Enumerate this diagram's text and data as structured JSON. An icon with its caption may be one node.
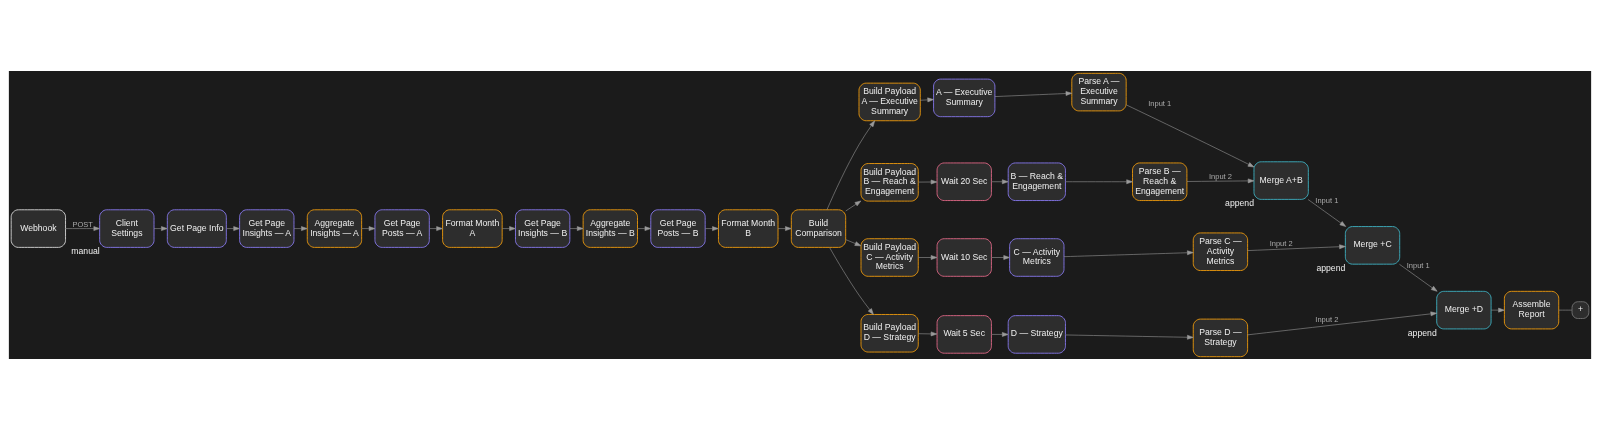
{
  "diagram": {
    "nodes": [
      {
        "text": [
          "Webhook"
        ]
      },
      {
        "text": [
          "Client Settings"
        ],
        "beside": [
          "manual"
        ]
      },
      {
        "text": [
          "Get Page Info"
        ]
      },
      {
        "text": [
          "Get Page Insights — A"
        ]
      },
      {
        "text": [
          "Aggregate Insights — A"
        ]
      },
      {
        "text": [
          "Get Page Posts — A"
        ]
      },
      {
        "text": [
          "Format Month A"
        ]
      },
      {
        "text": [
          "Get Page Insights — B"
        ]
      },
      {
        "text": [
          "Aggregate Insights — B"
        ]
      },
      {
        "text": [
          "Get Page Posts — B"
        ]
      },
      {
        "text": [
          "Format Month B"
        ]
      },
      {
        "text": [
          "Build Comparison"
        ]
      },
      {
        "text": [
          "Build Payload A — Executive Summary"
        ]
      },
      {
        "text": [
          "A — Executive Summary"
        ]
      },
      {
        "text": [
          "Parse A — Executive Summary"
        ]
      },
      {
        "text": [
          "Build Payload B — Reach & Engagement"
        ]
      },
      {
        "text": [
          "Wait 20 Sec"
        ]
      },
      {
        "text": [
          "B — Reach & Engagement"
        ]
      },
      {
        "text": [
          "Parse B — Reach & Engagement"
        ]
      },
      {
        "text": [
          "Merge A+B"
        ],
        "beside": [
          "append"
        ]
      },
      {
        "text": [
          "Merge +C"
        ],
        "beside": [
          "append"
        ]
      },
      {
        "text": [
          "Build Payload C — Activity Metrics"
        ]
      },
      {
        "text": [
          "Wait 10 Sec"
        ]
      },
      {
        "text": [
          "C — Activity Metrics"
        ]
      },
      {
        "text": [
          "Parse C — Activity Metrics"
        ]
      },
      {
        "text": [
          "Merge +D"
        ],
        "beside": [
          "append"
        ]
      },
      {
        "text": [
          "Assemble Report"
        ]
      },
      {
        "text": [
          "Build Payload D — Strategy"
        ]
      },
      {
        "text": [
          "Wait 5 Sec"
        ]
      },
      {
        "text": [
          "D — Strategy"
        ]
      },
      {
        "text": [
          "Parse D — Strategy"
        ]
      },
      {
        "text": [
          "+"
        ]
      }
    ],
    "edges": [
      {
        "from": 0,
        "to": 1,
        "arrow": "to",
        "label": "POST"
      },
      {
        "from": 1,
        "to": 2,
        "arrow": "to"
      },
      {
        "from": 2,
        "to": 3,
        "arrow": "to"
      },
      {
        "from": 3,
        "to": 4,
        "arrow": "to"
      },
      {
        "from": 4,
        "to": 5,
        "arrow": "to"
      },
      {
        "from": 5,
        "to": 6,
        "arrow": "to"
      },
      {
        "from": 6,
        "to": 7,
        "arrow": "to"
      },
      {
        "from": 7,
        "to": 8,
        "arrow": "to"
      },
      {
        "from": 8,
        "to": 9,
        "arrow": "to"
      },
      {
        "from": 9,
        "to": 10,
        "arrow": "to"
      },
      {
        "from": 10,
        "to": 11,
        "arrow": "to"
      },
      {
        "from": 11,
        "to": 12,
        "arrow": "to"
      },
      {
        "from": 11,
        "to": 15,
        "arrow": "to"
      },
      {
        "from": 11,
        "to": 21,
        "arrow": "to"
      },
      {
        "from": 11,
        "to": 27,
        "arrow": "to"
      },
      {
        "from": 12,
        "to": 13,
        "arrow": "to"
      },
      {
        "from": 13,
        "to": 14,
        "arrow": "to"
      },
      {
        "from": 14,
        "to": 19,
        "arrow": "to",
        "label": "Input 1"
      },
      {
        "from": 15,
        "to": 16,
        "arrow": "to"
      },
      {
        "from": 16,
        "to": 17,
        "arrow": "to"
      },
      {
        "from": 17,
        "to": 18,
        "arrow": "to"
      },
      {
        "from": 18,
        "to": 19,
        "arrow": "to",
        "label": "Input 2"
      },
      {
        "from": 19,
        "to": 20,
        "arrow": "to",
        "label": "Input 1"
      },
      {
        "from": 21,
        "to": 22,
        "arrow": "to"
      },
      {
        "from": 22,
        "to": 23,
        "arrow": "to"
      },
      {
        "from": 23,
        "to": 24,
        "arrow": "to"
      },
      {
        "from": 24,
        "to": 20,
        "arrow": "to",
        "label": "Input 2"
      },
      {
        "from": 20,
        "to": 25,
        "arrow": "to",
        "label": "Input 1"
      },
      {
        "from": 27,
        "to": 28,
        "arrow": "to"
      },
      {
        "from": 28,
        "to": 29,
        "arrow": "to"
      },
      {
        "from": 29,
        "to": 30,
        "arrow": "to"
      },
      {
        "from": 30,
        "to": 25,
        "arrow": "to",
        "label": "Input 2"
      },
      {
        "from": 25,
        "to": 26,
        "arrow": "to"
      },
      {
        "from": 26,
        "to": 31,
        "arrow": "none"
      }
    ]
  }
}
